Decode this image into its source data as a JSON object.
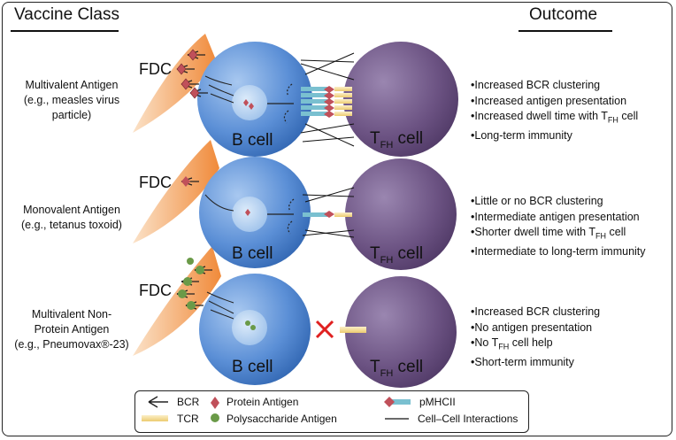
{
  "header": {
    "left_title": "Vaccine Class",
    "right_title": "Outcome"
  },
  "rows": [
    {
      "class_lines": [
        "Multivalent Antigen",
        "(e.g., measles virus",
        "particle)"
      ],
      "fdc_label": "FDC",
      "bcell_label": "B cell",
      "tfh_label_main": "T",
      "tfh_label_sub": "FH",
      "tfh_label_rest": " cell",
      "outcomes": [
        {
          "text": "Increased BCR clustering"
        },
        {
          "text": "Increased antigen presentation"
        },
        {
          "text": "Increased dwell time with T",
          "sub": "FH",
          "after": " cell"
        },
        {
          "text": "Long-term immunity"
        }
      ]
    },
    {
      "class_lines": [
        "Monovalent Antigen",
        "(e.g., tetanus toxoid)"
      ],
      "fdc_label": "FDC",
      "bcell_label": "B cell",
      "tfh_label_main": "T",
      "tfh_label_sub": "FH",
      "tfh_label_rest": " cell",
      "outcomes": [
        {
          "text": "Little or no BCR clustering"
        },
        {
          "text": "Intermediate antigen presentation"
        },
        {
          "text": "Shorter dwell time with T",
          "sub": "FH",
          "after": "  cell"
        },
        {
          "text": "Intermediate to long-term immunity"
        }
      ]
    },
    {
      "class_lines": [
        "Multivalent Non-",
        "Protein Antigen",
        "(e.g., Pneumovax®-23)"
      ],
      "fdc_label": "FDC",
      "bcell_label": "B cell",
      "tfh_label_main": "T",
      "tfh_label_sub": "FH",
      "tfh_label_rest": " cell",
      "outcomes": [
        {
          "text": "Increased BCR clustering"
        },
        {
          "text": "No antigen presentation"
        },
        {
          "text": "No T",
          "sub": "FH",
          "after": " cell help"
        },
        {
          "text": "Short-term immunity"
        }
      ]
    }
  ],
  "legend": {
    "bcr": "BCR",
    "protein_antigen": "Protein Antigen",
    "pmhcii": "pMHCII",
    "tcr": "TCR",
    "polysaccharide_antigen": "Polysaccharide Antigen",
    "cell_cell": "Cell–Cell Interactions"
  },
  "colors": {
    "bcell": "#5b8fd6",
    "tfh": "#5e4474",
    "fdc": "#f0a060",
    "protein_antigen": "#c0505a",
    "polysaccharide": "#6a9a48",
    "tcr": "#f4d78a",
    "block_x": "#e02020"
  }
}
